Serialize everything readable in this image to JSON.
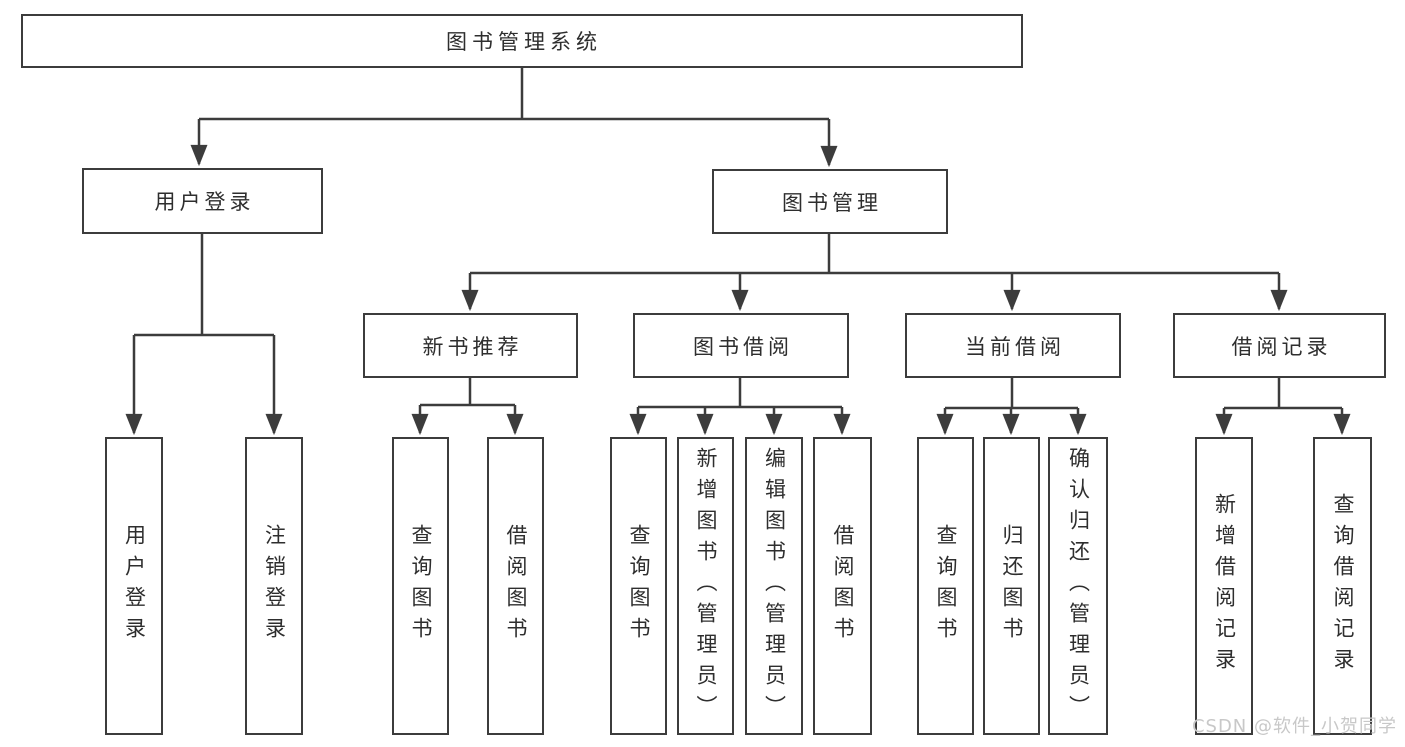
{
  "colors": {
    "line": "#3c3c3c",
    "text": "#2e2e2e",
    "watermark": "#c8c8c8",
    "background": "#ffffff"
  },
  "diagram": {
    "root": {
      "label": "图书管理系统"
    },
    "user_login": {
      "label": "用户登录",
      "children": [
        {
          "label": "用户登录"
        },
        {
          "label": "注销登录"
        }
      ]
    },
    "book_management": {
      "label": "图书管理",
      "sections": [
        {
          "label": "新书推荐",
          "children": [
            {
              "label": "查询图书"
            },
            {
              "label": "借阅图书"
            }
          ]
        },
        {
          "label": "图书借阅",
          "children": [
            {
              "label": "查询图书"
            },
            {
              "label": "新增图书（管理员）"
            },
            {
              "label": "编辑图书（管理员）"
            },
            {
              "label": "借阅图书"
            }
          ]
        },
        {
          "label": "当前借阅",
          "children": [
            {
              "label": "查询图书"
            },
            {
              "label": "归还图书"
            },
            {
              "label": "确认归还（管理员）"
            }
          ]
        },
        {
          "label": "借阅记录",
          "children": [
            {
              "label": "新增借阅记录"
            },
            {
              "label": "查询借阅记录"
            }
          ]
        }
      ]
    }
  },
  "watermark": {
    "text": "CSDN @软件_小贺同学"
  }
}
